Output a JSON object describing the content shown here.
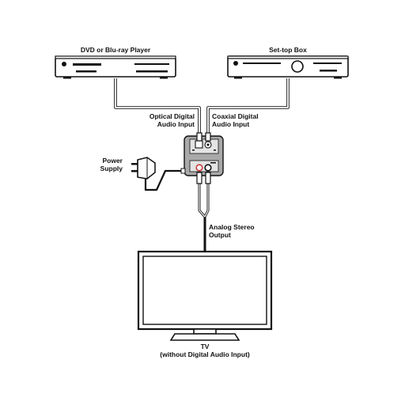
{
  "labels": {
    "dvd_player": "DVD or Blu-ray Player",
    "set_top_box": "Set-top Box",
    "optical_input_line1": "Optical Digital",
    "optical_input_line2": "Audio Input",
    "coaxial_input_line1": "Coaxial Digital",
    "coaxial_input_line2": "Audio Input",
    "power_supply_line1": "Power",
    "power_supply_line2": "Supply",
    "analog_output_line1": "Analog Stereo",
    "analog_output_line2": "Output",
    "tv_line1": "TV",
    "tv_line2": "(without Digital Audio Input)"
  },
  "colors": {
    "stroke": "#111111",
    "device_fill": "#ffffff",
    "converter_body": "#a9a9a9",
    "port_panel": "#e4e4e4",
    "cable": "#9a9a9a",
    "rca_red": "#c83c3c"
  }
}
